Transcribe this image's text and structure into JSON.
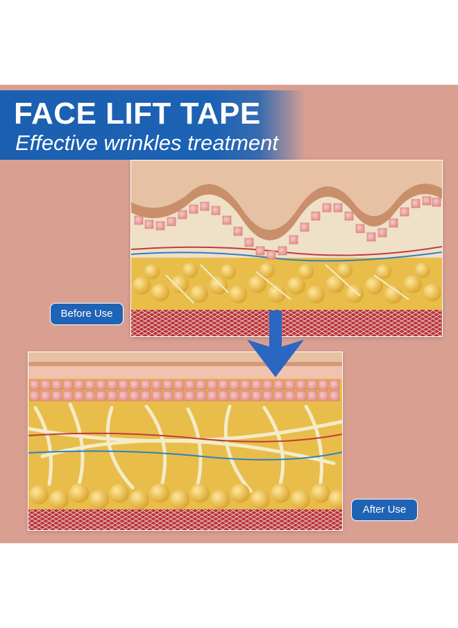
{
  "banner": {
    "title": "FACE LIFT TAPE",
    "subtitle": "Effective wrinkles treatment"
  },
  "labels": {
    "before": "Before Use",
    "after": "After Use"
  },
  "colors": {
    "background_panel": "#d9a092",
    "banner_blue": "#1b5fb0",
    "label_blue": "#1f63b5",
    "arrow_blue": "#2a67c1",
    "fat_cells": "#f0c449",
    "skin_cells": "#f2a9a6",
    "epidermis": "#d5a98a",
    "muscle": "#b8343a",
    "collagen": "#efe6bf"
  },
  "images": {
    "before": "skin-cross-section-wrinkled",
    "after": "skin-cross-section-smooth"
  },
  "icons": {
    "arrow": "arrow-down-icon"
  }
}
